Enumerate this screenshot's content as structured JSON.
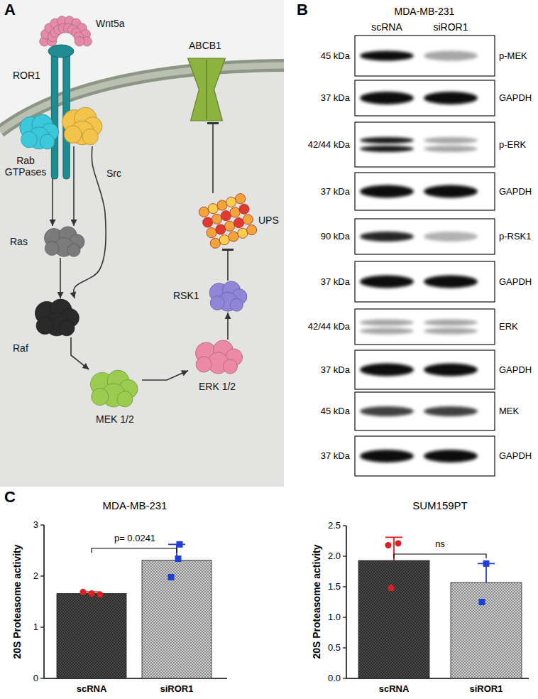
{
  "diagram": {
    "nodes": [
      {
        "text": [
          "Wnt5a"
        ]
      },
      {
        "text": [
          "ROR1"
        ]
      },
      {
        "text": [
          "Rab GTPases"
        ]
      },
      {
        "text": [
          "Src"
        ]
      },
      {
        "text": [
          "Ras"
        ]
      },
      {
        "text": [
          "Raf"
        ]
      },
      {
        "text": [
          "MEK 1/2"
        ]
      },
      {
        "text": [
          "ERK 1/2"
        ]
      },
      {
        "text": [
          "RSK1"
        ]
      },
      {
        "text": [
          "UPS"
        ]
      },
      {
        "text": [
          "ABCB1"
        ]
      }
    ],
    "edges": [
      {
        "from": 2,
        "to": 4,
        "arrow": "to"
      },
      {
        "from": 3,
        "to": 4,
        "arrow": "to"
      },
      {
        "from": 3,
        "to": 5,
        "arrow": "to"
      },
      {
        "from": 4,
        "to": 5,
        "arrow": "to"
      },
      {
        "from": 5,
        "to": 6,
        "arrow": "to"
      },
      {
        "from": 6,
        "to": 7,
        "arrow": "to"
      },
      {
        "from": 7,
        "to": 8,
        "arrow": "to"
      },
      {
        "from": 8,
        "to": 9,
        "arrow": "to"
      },
      {
        "from": 9,
        "to": 10,
        "arrow": "to"
      }
    ],
    "labels": [
      "A",
      "B",
      "C",
      "MDA-MB-231",
      "scRNA",
      "siROR1",
      "45 kDa",
      "p-MEK",
      "37 kDa",
      "GAPDH",
      "42/44 kDa",
      "p-ERK",
      "37 kDa",
      "GAPDH",
      "90 kDa",
      "p-RSK1",
      "37 kDa",
      "GAPDH",
      "42/44 kDa",
      "ERK",
      "37 kDa",
      "GAPDH",
      "45 kDa",
      "MEK",
      "37 kDa",
      "GAPDH",
      "MDA-MB-231",
      "20S Proteasome activity",
      "0",
      "1",
      "2",
      "3",
      "scRNA",
      "siROR1",
      "p= 0.0241",
      "SUM159PT",
      "20S Proteasome activity",
      "0.0",
      "0.5",
      "1.0",
      "1.5",
      "2.0",
      "2.5",
      "scRNA",
      "siROR1",
      "ns"
    ]
  }
}
